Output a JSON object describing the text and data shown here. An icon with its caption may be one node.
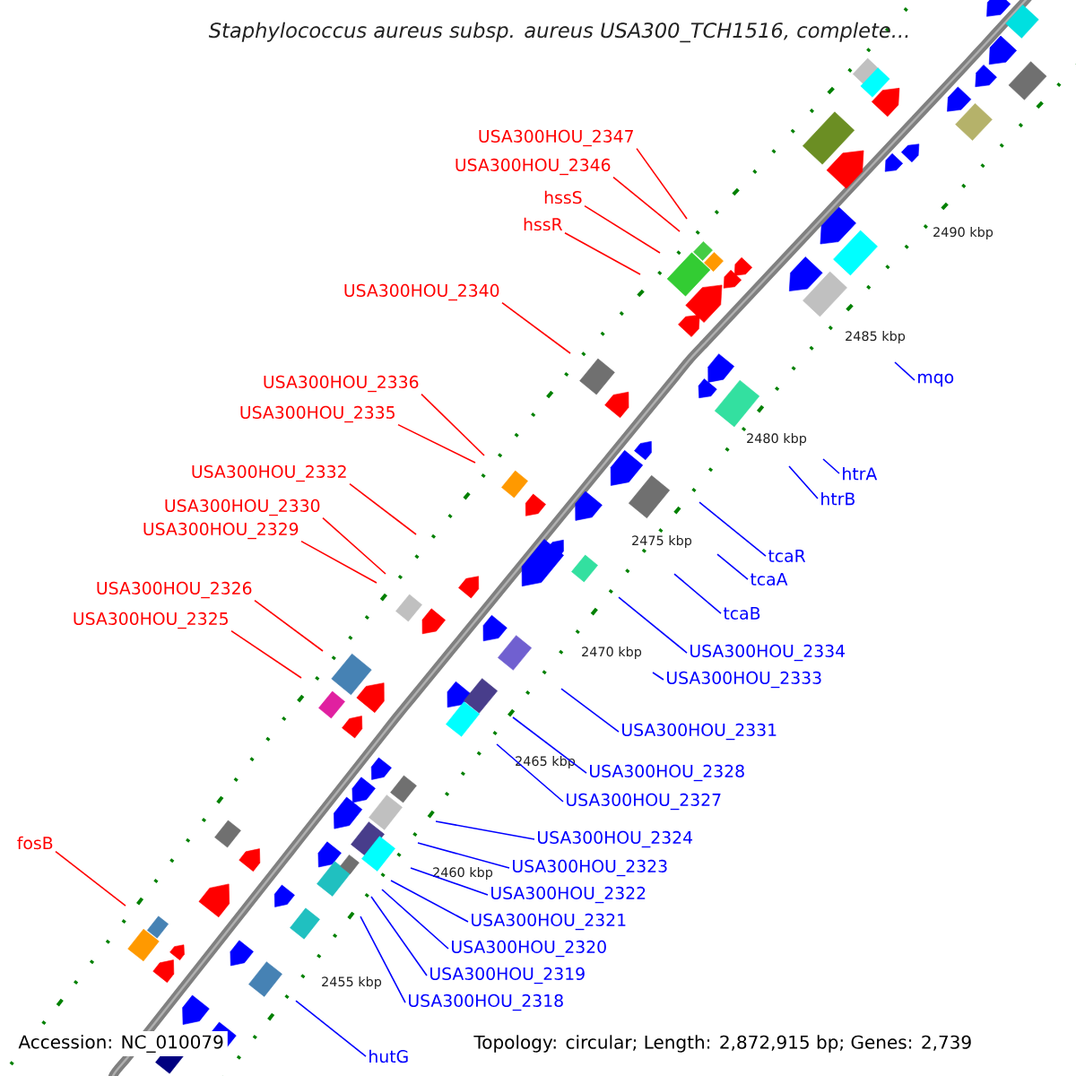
{
  "diagram": {
    "title": "Staphylococcus aureus subsp. aureus USA300_TCH1516, complete...",
    "nodes": [
      {
        "text": [
          "USA300HOU_2347"
        ]
      },
      {
        "text": [
          "USA300HOU_2346"
        ]
      },
      {
        "text": [
          "hssS"
        ]
      },
      {
        "text": [
          "hssR"
        ]
      },
      {
        "text": [
          "USA300HOU_2340"
        ]
      },
      {
        "text": [
          "mqo"
        ]
      },
      {
        "text": [
          "USA300HOU_2336"
        ]
      },
      {
        "text": [
          "USA300HOU_2335"
        ]
      },
      {
        "text": [
          "htrA"
        ]
      },
      {
        "text": [
          "USA300HOU_2332"
        ]
      },
      {
        "text": [
          "htrB"
        ]
      },
      {
        "text": [
          "USA300HOU_2330"
        ]
      },
      {
        "text": [
          "USA300HOU_2329"
        ]
      },
      {
        "text": [
          "tcaR"
        ]
      },
      {
        "text": [
          "tcaA"
        ]
      },
      {
        "text": [
          "USA300HOU_2326"
        ]
      },
      {
        "text": [
          "tcaB"
        ]
      },
      {
        "text": [
          "USA300HOU_2325"
        ]
      },
      {
        "text": [
          "USA300HOU_2334"
        ]
      },
      {
        "text": [
          "USA300HOU_2333"
        ]
      },
      {
        "text": [
          "USA300HOU_2331"
        ]
      },
      {
        "text": [
          "USA300HOU_2328"
        ]
      },
      {
        "text": [
          "USA300HOU_2327"
        ]
      },
      {
        "text": [
          "USA300HOU_2324"
        ]
      },
      {
        "text": [
          "fosB"
        ]
      },
      {
        "text": [
          "USA300HOU_2323"
        ]
      },
      {
        "text": [
          "USA300HOU_2322"
        ]
      },
      {
        "text": [
          "USA300HOU_2321"
        ]
      },
      {
        "text": [
          "USA300HOU_2320"
        ]
      },
      {
        "text": [
          "USA300HOU_2319"
        ]
      },
      {
        "text": [
          "USA300HOU_2318"
        ]
      },
      {
        "text": [
          "hutG"
        ]
      }
    ],
    "edges": [
      {
        "from": 0,
        "to": null,
        "arrow": "none",
        "color": "#ff0000"
      },
      {
        "from": 1,
        "to": null,
        "arrow": "none",
        "color": "#ff0000"
      },
      {
        "from": 2,
        "to": null,
        "arrow": "none",
        "color": "#ff0000"
      },
      {
        "from": 3,
        "to": null,
        "arrow": "none",
        "color": "#ff0000"
      },
      {
        "from": 4,
        "to": null,
        "arrow": "none",
        "color": "#ff0000"
      },
      {
        "from": 5,
        "to": null,
        "arrow": "none"
      },
      {
        "from": 6,
        "to": null,
        "arrow": "none",
        "color": "#ff0000"
      },
      {
        "from": 7,
        "to": null,
        "arrow": "none",
        "color": "#ff0000"
      },
      {
        "from": 8,
        "to": null,
        "arrow": "none"
      },
      {
        "from": 9,
        "to": null,
        "arrow": "none",
        "color": "#ff0000"
      },
      {
        "from": 10,
        "to": null,
        "arrow": "none"
      },
      {
        "from": 11,
        "to": null,
        "arrow": "none",
        "color": "#ff0000"
      },
      {
        "from": 12,
        "to": null,
        "arrow": "none",
        "color": "#ff0000"
      },
      {
        "from": 13,
        "to": null,
        "arrow": "none"
      },
      {
        "from": 14,
        "to": null,
        "arrow": "none"
      },
      {
        "from": 15,
        "to": null,
        "arrow": "none",
        "color": "#ff0000"
      },
      {
        "from": 16,
        "to": null,
        "arrow": "none"
      },
      {
        "from": 17,
        "to": null,
        "arrow": "none",
        "color": "#ff0000"
      },
      {
        "from": 18,
        "to": null,
        "arrow": "none"
      },
      {
        "from": 19,
        "to": null,
        "arrow": "none"
      },
      {
        "from": 20,
        "to": null,
        "arrow": "none"
      },
      {
        "from": 21,
        "to": null,
        "arrow": "none"
      },
      {
        "from": 22,
        "to": null,
        "arrow": "none"
      },
      {
        "from": 23,
        "to": null,
        "arrow": "none"
      },
      {
        "from": 24,
        "to": null,
        "arrow": "none",
        "color": "#ff0000"
      },
      {
        "from": 25,
        "to": null,
        "arrow": "none"
      },
      {
        "from": 26,
        "to": null,
        "arrow": "none"
      },
      {
        "from": 27,
        "to": null,
        "arrow": "none"
      },
      {
        "from": 28,
        "to": null,
        "arrow": "none"
      },
      {
        "from": 29,
        "to": null,
        "arrow": "none"
      },
      {
        "from": 30,
        "to": null,
        "arrow": "none"
      },
      {
        "from": 31,
        "to": null,
        "arrow": "none"
      }
    ],
    "labels": [
      "2490 kbp",
      "2485 kbp",
      "2480 kbp",
      "2475 kbp",
      "2470 kbp",
      "2465 kbp",
      "2460 kbp",
      "2455 kbp",
      "Accession: NC_010079",
      "Topology: circular; Length: 2,872,915 bp; Genes: 2,739"
    ]
  }
}
